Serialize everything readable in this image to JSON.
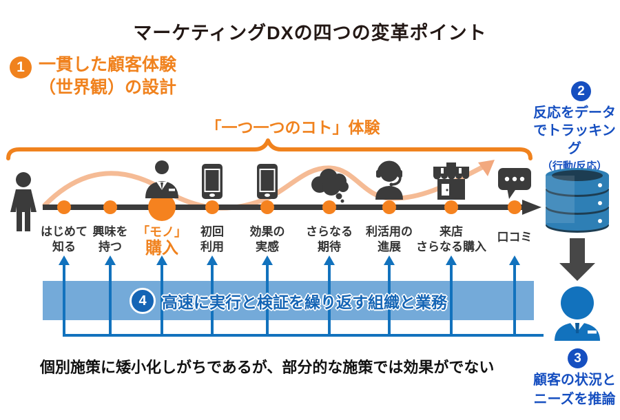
{
  "title": "マーケティングDXの四つの変革ポイント",
  "point1": {
    "number": "1",
    "lines": [
      "一貫した顧客体験",
      "（世界観）の設計"
    ]
  },
  "point2": {
    "number": "2",
    "lines": [
      "反応をデータ",
      "でトラッキング"
    ],
    "subline": "（行動/反応）"
  },
  "point3": {
    "number": "3",
    "lines": [
      "顧客の状況と",
      "ニーズを推論"
    ]
  },
  "point4": {
    "number": "4",
    "label": "高速に実行と検証を繰り返す組織と業務"
  },
  "journey": {
    "brace_label": "「一つ一つのコト」体験",
    "stages": [
      {
        "line1": "はじめて",
        "line2": "知る",
        "icon": ""
      },
      {
        "line1": "興味を",
        "line2": "持つ",
        "icon": ""
      },
      {
        "line1": "「モノ」",
        "line2": "購入",
        "icon": "businessman-icon",
        "highlight": true
      },
      {
        "line1": "初回",
        "line2": "利用",
        "icon": "smartphone-icon"
      },
      {
        "line1": "効果の",
        "line2": "実感",
        "icon": "smartphone-icon"
      },
      {
        "line1": "さらなる",
        "line2": "期待",
        "icon": "thought-cloud-icon"
      },
      {
        "line1": "利活用の",
        "line2": "進展",
        "icon": "headset-operator-icon"
      },
      {
        "line1": "来店",
        "line2": "さらなる購入",
        "icon": "store-icon"
      },
      {
        "line1": "口コミ",
        "line2": "",
        "icon": "speech-bubble-icon"
      }
    ]
  },
  "footer_note": "個別施策に矮小化しがちであるが、部分的な施策では効果がでない",
  "colors": {
    "orange": "#f0821e",
    "peach_wave": "#f5bb95",
    "dark_icon": "#3b3b3b",
    "blue_text": "#164fc0",
    "bar_blue": "#74aad9",
    "bar_text_blue": "#1565b5",
    "arrow_blue": "#1272bd",
    "person_blue": "#1272bd",
    "db_blue": "#2e7fb5",
    "db_dark": "#1d3d52"
  }
}
